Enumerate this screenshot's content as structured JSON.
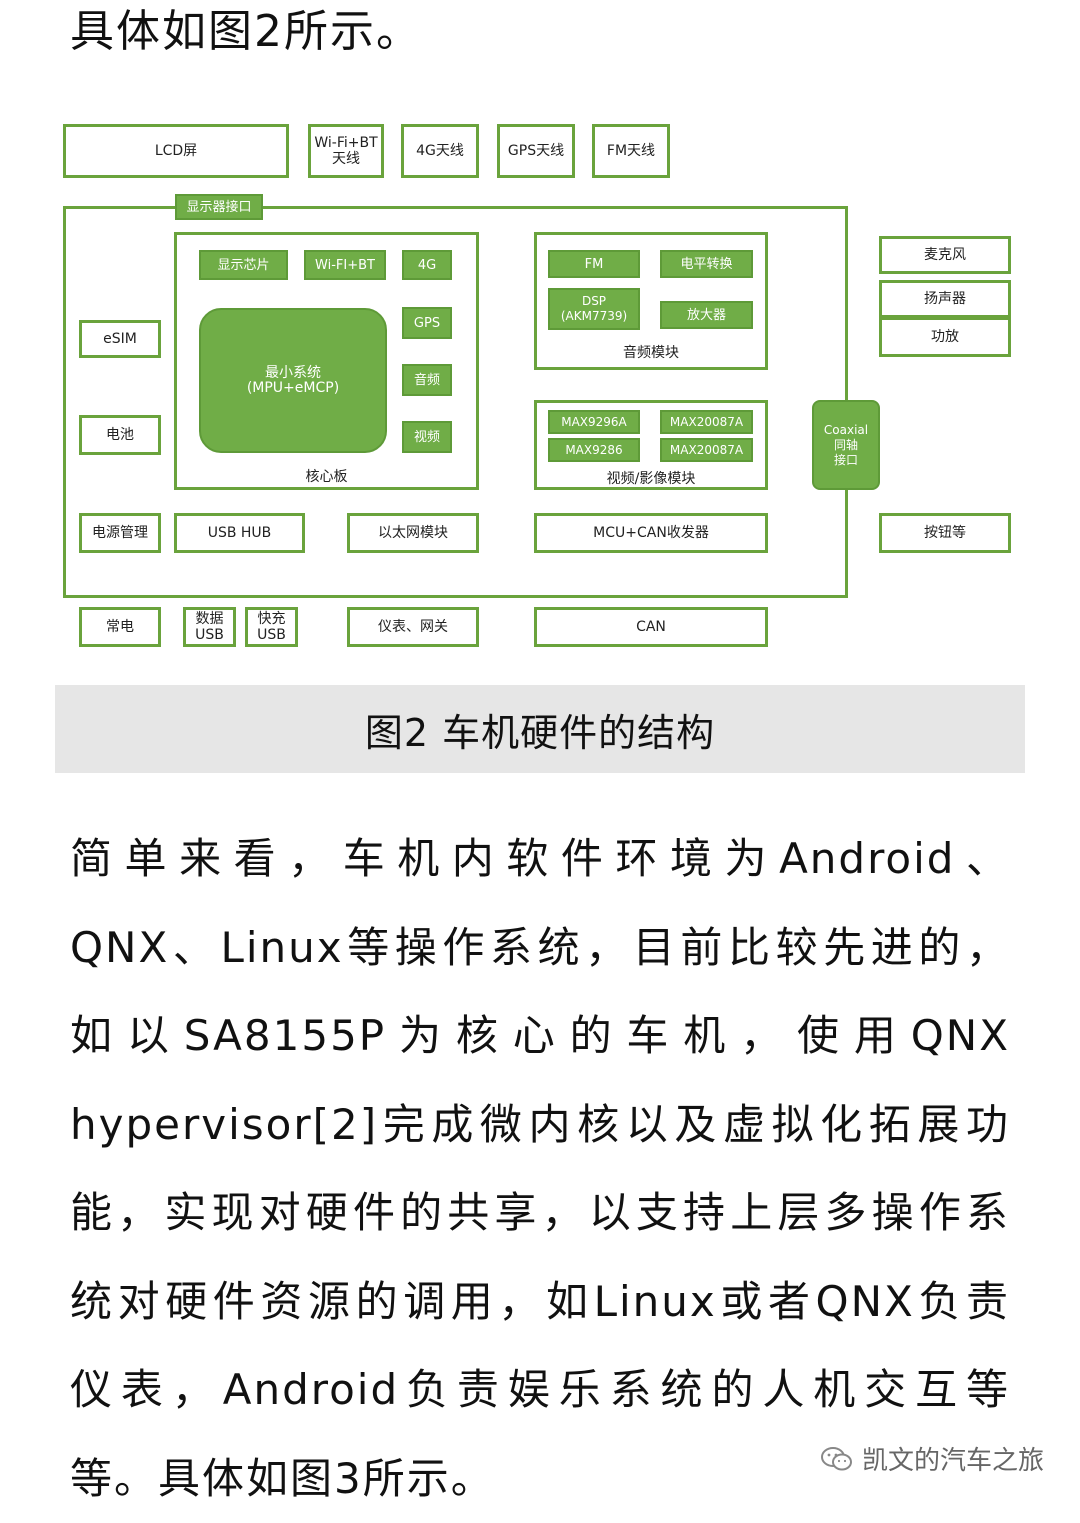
{
  "intro": "具体如图2所示。",
  "diagram": {
    "top_row": {
      "lcd": "LCD屏",
      "wifi_bt_antenna": [
        "Wi-Fi+BT",
        "天线"
      ],
      "antenna_4g": "4G天线",
      "gps_antenna": "GPS天线",
      "fm_antenna": "FM天线"
    },
    "display_port": "显示器接口",
    "left": {
      "esim": "eSIM",
      "battery": "电池",
      "power_mgmt": "电源管理"
    },
    "core_board": {
      "label": "核心板",
      "display_chip": "显示芯片",
      "wifi_bt": "Wi-FI+BT",
      "g4": "4G",
      "gps": "GPS",
      "audio": "音频",
      "video": "视频",
      "min_system": [
        "最小系统",
        "(MPU+eMCP)"
      ]
    },
    "audio_module": {
      "label": "音频模块",
      "fm": "FM",
      "level_shift": "电平转换",
      "dsp": [
        "DSP",
        "(AKM7739)"
      ],
      "amplifier": "放大器"
    },
    "video_module": {
      "label": "视频/影像模块",
      "chips": [
        "MAX9296A",
        "MAX20087A",
        "MAX9286",
        "MAX20087A"
      ]
    },
    "coaxial": [
      "Coaxial",
      "同轴",
      "接口"
    ],
    "right": {
      "mic": "麦克风",
      "speaker": "扬声器",
      "power_amp": "功放",
      "buttons": "按钮等"
    },
    "bottom_inner": {
      "usb_hub": "USB HUB",
      "ethernet": "以太网模块",
      "mcu_can": "MCU+CAN收发器"
    },
    "bottom_outer": {
      "constant_power": "常电",
      "data_usb": [
        "数据",
        "USB"
      ],
      "fast_charge_usb": [
        "快充",
        "USB"
      ],
      "cluster_gateway": "仪表、网关",
      "can": "CAN"
    }
  },
  "caption": "图2 车机硬件的结构",
  "paragraph_lines": [
    "简单来看，车机内软件环境为Android、",
    "QNX、Linux等操作系统，目前比较先进的，",
    "如以SA8155P为核心的车机，使用QNX",
    "hypervisor[2]完成微内核以及虚拟化拓展功",
    "能，实现对硬件的共享，以支持上层多操作系",
    "统对硬件资源的调用，如Linux或者QNX负责",
    "仪表，Android负责娱乐系统的人机交互等",
    "等。具体如图3所示。"
  ],
  "watermark": "凯文的汽车之旅"
}
